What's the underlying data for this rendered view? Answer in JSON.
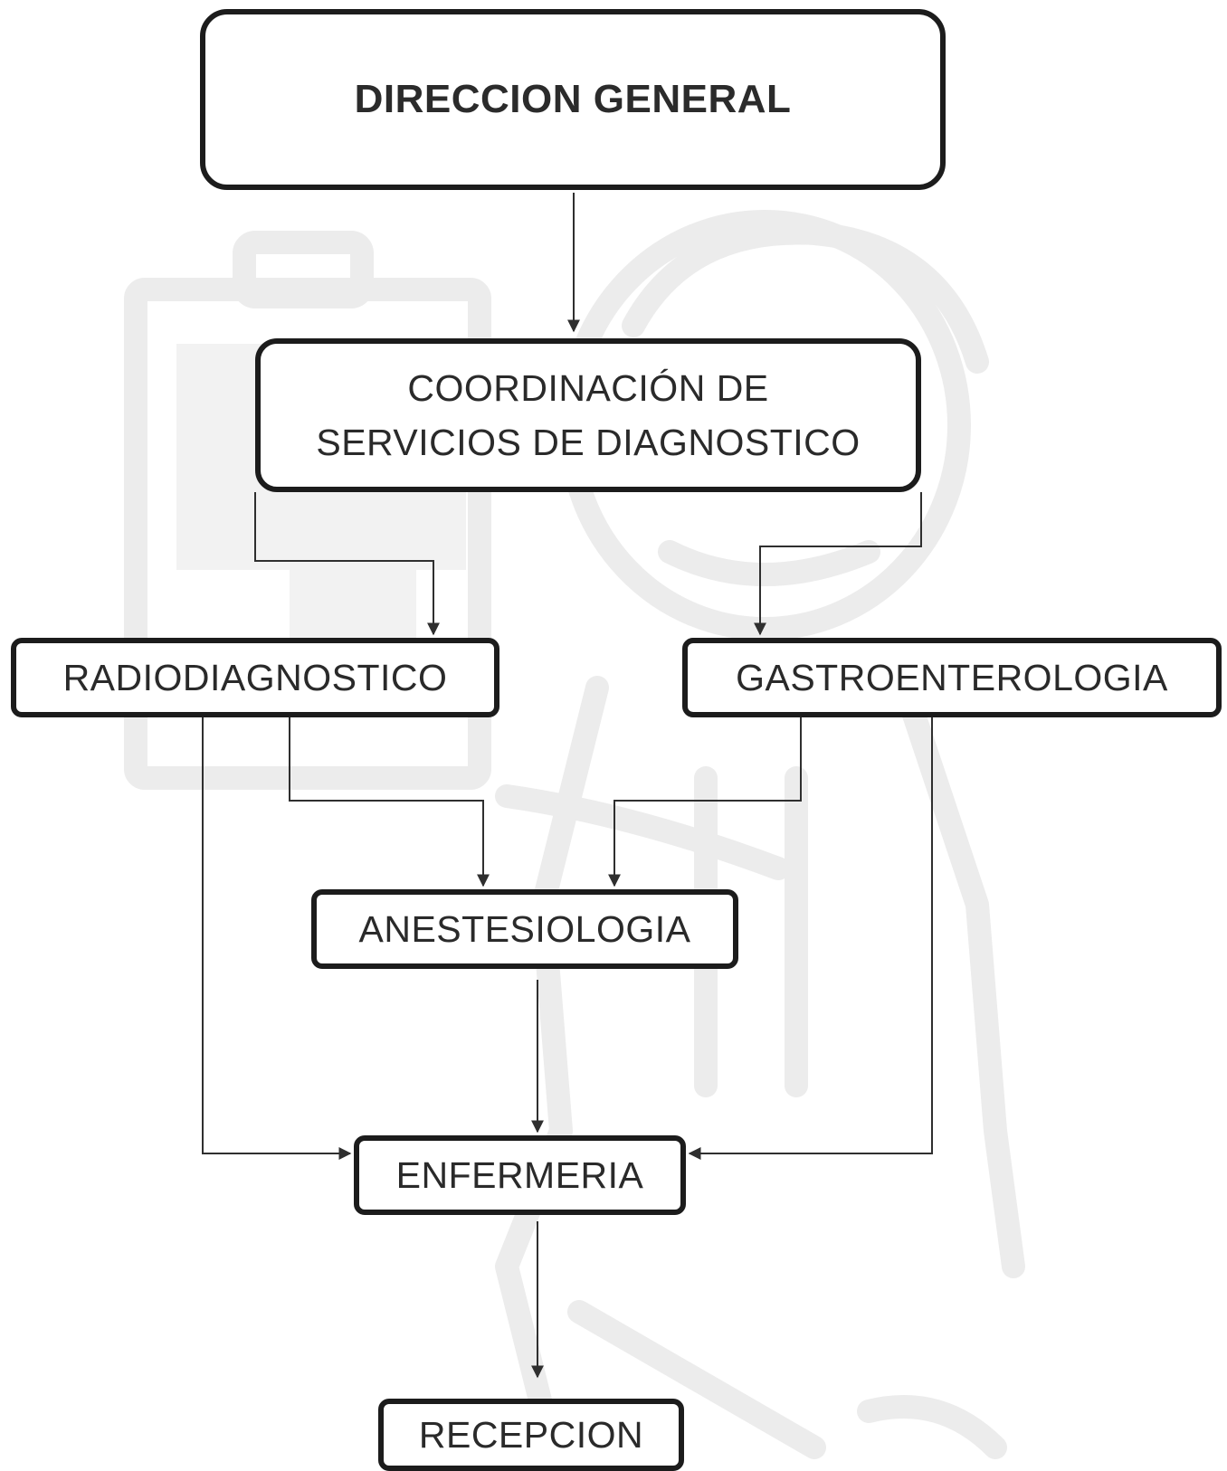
{
  "diagram": {
    "nodes": {
      "direccion_general": "DIRECCION GENERAL",
      "coordinacion_line1": "COORDINACIÓN DE",
      "coordinacion_line2": "SERVICIOS DE DIAGNOSTICO",
      "radiodiagnostico": "RADIODIAGNOSTICO",
      "gastroenterologia": "GASTROENTEROLOGIA",
      "anestesiologia": "ANESTESIOLOGIA",
      "enfermeria": "ENFERMERIA",
      "recepcion": "RECEPCION"
    },
    "edges": [
      {
        "from": "DIRECCION GENERAL",
        "to": "COORDINACIÓN DE SERVICIOS DE DIAGNOSTICO"
      },
      {
        "from": "COORDINACIÓN DE SERVICIOS DE DIAGNOSTICO",
        "to": "RADIODIAGNOSTICO"
      },
      {
        "from": "COORDINACIÓN DE SERVICIOS DE DIAGNOSTICO",
        "to": "GASTROENTEROLOGIA"
      },
      {
        "from": "RADIODIAGNOSTICO",
        "to": "ANESTESIOLOGIA"
      },
      {
        "from": "GASTROENTEROLOGIA",
        "to": "ANESTESIOLOGIA"
      },
      {
        "from": "RADIODIAGNOSTICO",
        "to": "ENFERMERIA"
      },
      {
        "from": "GASTROENTEROLOGIA",
        "to": "ENFERMERIA"
      },
      {
        "from": "ANESTESIOLOGIA",
        "to": "ENFERMERIA"
      },
      {
        "from": "ENFERMERIA",
        "to": "RECEPCION"
      }
    ],
    "colors": {
      "box_border": "#1c1c1c",
      "text": "#2a2a2a",
      "connector": "#2f2f2f",
      "watermark": "#ececec"
    },
    "watermark_icon": "doctor-with-clipboard-illustration"
  }
}
